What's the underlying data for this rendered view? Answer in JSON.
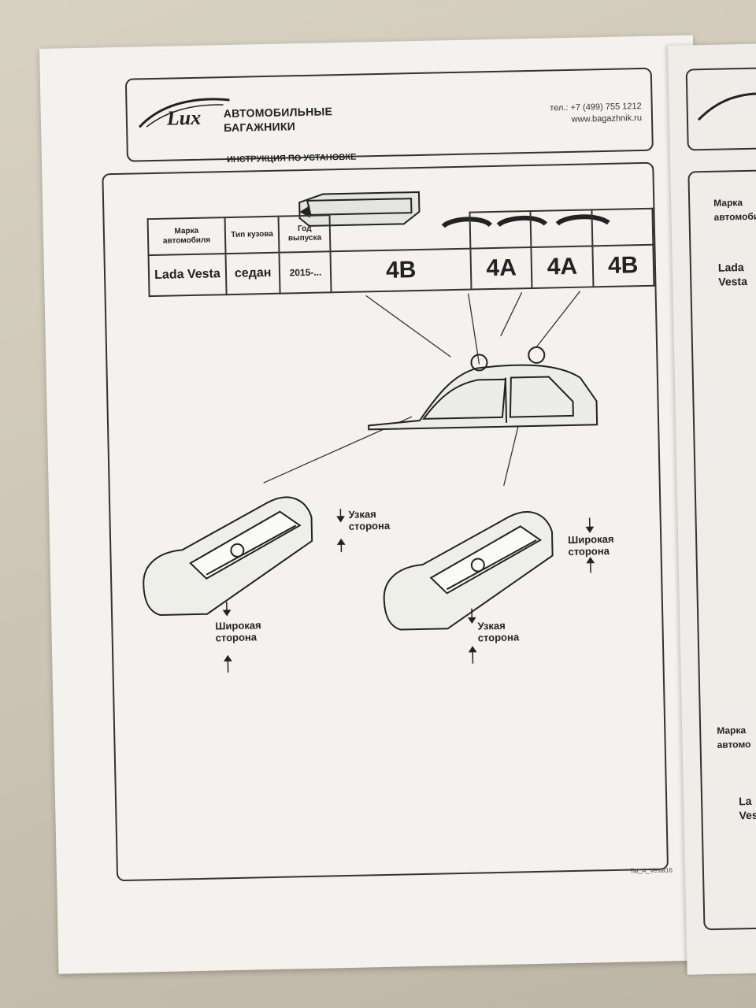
{
  "header": {
    "brand_line1": "АВТОМОБИЛЬНЫЕ",
    "brand_line2": "БАГАЖНИКИ",
    "phone": "тел.: +7 (499) 755 1212",
    "website": "www.bagazhnik.ru",
    "title": "ИНСТРУКЦИЯ ПО УСТАНОВКЕ"
  },
  "table": {
    "headers": [
      "Марка автомобиля",
      "Тип кузова",
      "Год выпуска"
    ],
    "row": [
      "Lada Vesta",
      "седан",
      "2015-..."
    ],
    "parts": [
      "4B",
      "4A",
      "4A",
      "4B"
    ]
  },
  "labels": {
    "narrow_side": "Узкая сторона",
    "wide_side": "Широкая сторона"
  },
  "footer_code": "Tat_A_Vesta16",
  "side_sheet": {
    "header_fragment": "Марка автомобиля",
    "row_fragment": "Lada Vesta",
    "bottom_header_fragment": "Марка автомо",
    "bottom_row_fragment": "La Ves"
  }
}
